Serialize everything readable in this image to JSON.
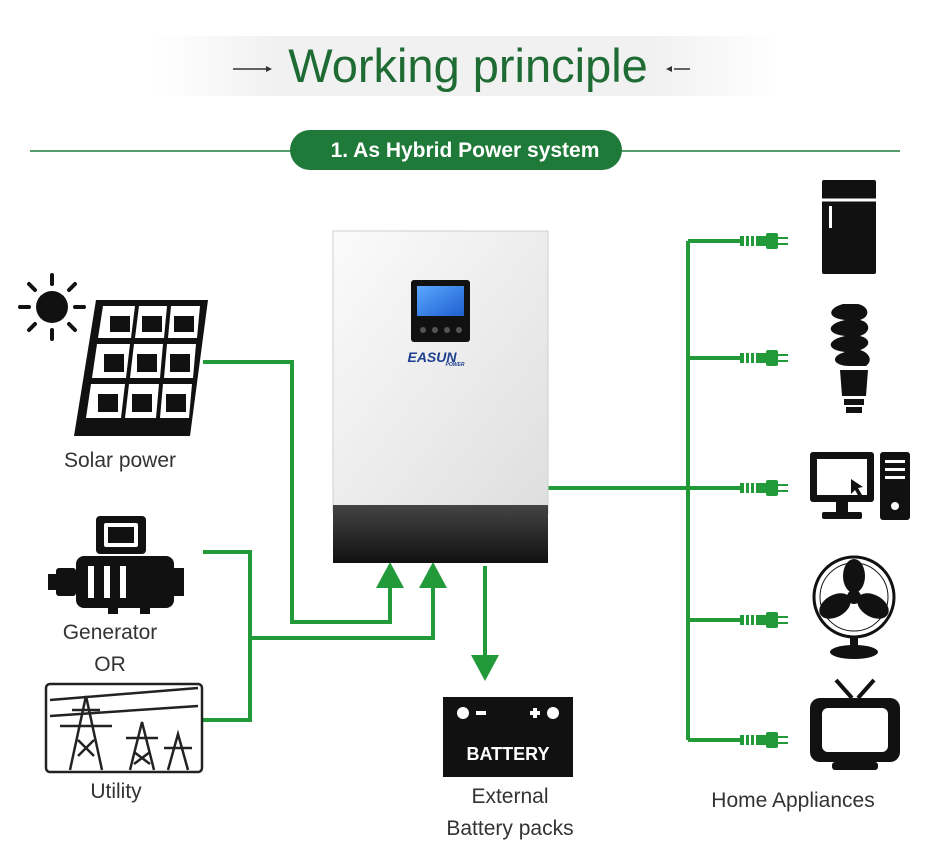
{
  "header": {
    "title": "Working principle",
    "subtitle": "1. As Hybrid Power system"
  },
  "inverter": {
    "brand_main": "EASUN",
    "brand_sub": "POWER"
  },
  "sources": {
    "solar_label": "Solar power",
    "generator_label": "Generator",
    "or_label": "OR",
    "utility_label": "Utility"
  },
  "battery": {
    "icon_text": "BATTERY",
    "label_line1": "External",
    "label_line2": "Battery packs"
  },
  "loads": {
    "label": "Home Appliances",
    "icons": [
      "fridge-icon",
      "lightbulb-icon",
      "computer-icon",
      "fan-icon",
      "tv-icon"
    ]
  },
  "colors": {
    "accent_green": "#1f7a3a",
    "wire_green": "#239a3a",
    "icon_dark": "#1a1a1a"
  }
}
